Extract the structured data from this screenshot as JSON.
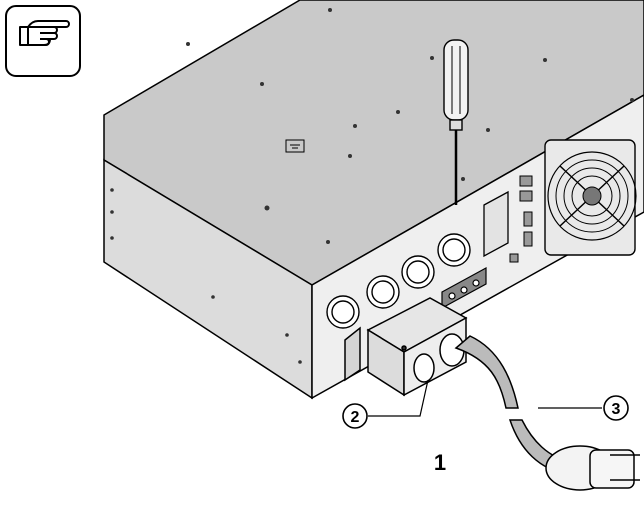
{
  "note_icon": {
    "icon": "pointing-hand-icon"
  },
  "callouts": [
    {
      "id": "conduit-box",
      "label": "2"
    },
    {
      "id": "power-cord",
      "label": "3"
    }
  ],
  "step_label": "1",
  "colors": {
    "line": "#000000",
    "panel_top": "#c8c8c8",
    "panel_front": "#ececec",
    "panel_side": "#dadada",
    "cord": "#b9b9b9"
  }
}
